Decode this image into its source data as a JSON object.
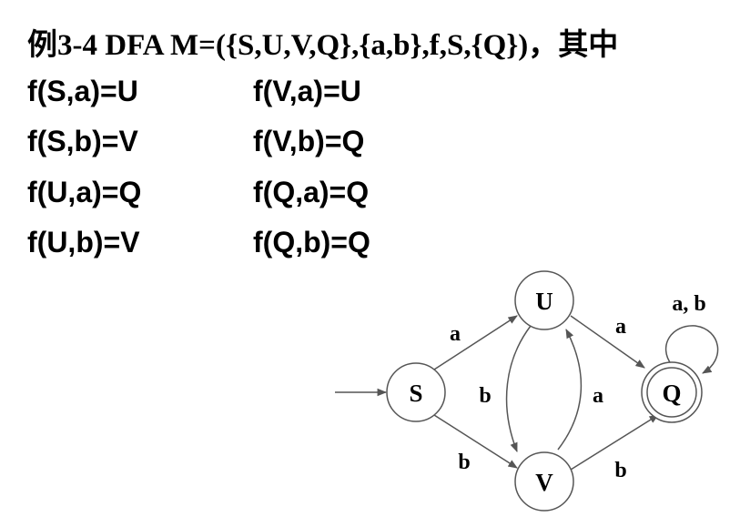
{
  "title": "例3-4 DFA M=({S,U,V,Q},{a,b},f,S,{Q})，其中",
  "transitions": {
    "left": [
      "f(S,a)=U",
      "f(S,b)=V",
      "f(U,a)=Q",
      "f(U,b)=V"
    ],
    "right": [
      "f(V,a)=U",
      "f(V,b)=Q",
      "f(Q,a)=Q",
      "f(Q,b)=Q"
    ]
  },
  "diagram": {
    "start_state": "S",
    "accepting_states": [
      "Q"
    ],
    "states": [
      "S",
      "U",
      "V",
      "Q"
    ],
    "edges": [
      {
        "from": "S",
        "to": "U",
        "label": "a"
      },
      {
        "from": "S",
        "to": "V",
        "label": "b"
      },
      {
        "from": "U",
        "to": "Q",
        "label": "a"
      },
      {
        "from": "U",
        "to": "V",
        "label": "b"
      },
      {
        "from": "V",
        "to": "U",
        "label": "a"
      },
      {
        "from": "V",
        "to": "Q",
        "label": "b"
      },
      {
        "from": "Q",
        "to": "Q",
        "label": "a, b"
      }
    ]
  },
  "colors": {
    "stroke": "#555555",
    "text": "#000000"
  }
}
